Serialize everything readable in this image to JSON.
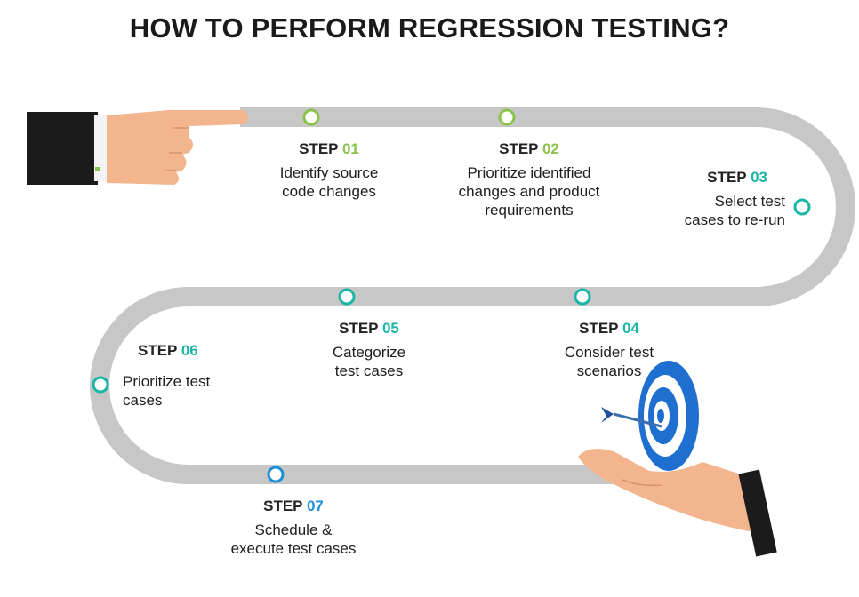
{
  "title": "HOW TO PERFORM REGRESSION TESTING?",
  "colors": {
    "track": "#c7c7c7",
    "green": "#8bc34a",
    "teal": "#1bb5a6",
    "blue": "#1d8fd6",
    "skin": "#f2b58e",
    "sleeve": "#1b1b1b",
    "target_blue": "#1f6fd1"
  },
  "steps": [
    {
      "word": "STEP",
      "num": "01",
      "desc": "Identify source\ncode changes",
      "color": "green"
    },
    {
      "word": "STEP",
      "num": "02",
      "desc": "Prioritize identified\nchanges and product\nrequirements",
      "color": "green"
    },
    {
      "word": "STEP",
      "num": "03",
      "desc": "Select test\ncases to re-run",
      "color": "teal"
    },
    {
      "word": "STEP",
      "num": "04",
      "desc": "Consider test\nscenarios",
      "color": "teal"
    },
    {
      "word": "STEP",
      "num": "05",
      "desc": "Categorize\ntest cases",
      "color": "teal"
    },
    {
      "word": "STEP",
      "num": "06",
      "desc": "Prioritize test\ncases",
      "color": "teal"
    },
    {
      "word": "STEP",
      "num": "07",
      "desc": "Schedule &\nexecute test cases",
      "color": "blue"
    }
  ],
  "icons": {
    "start": "pointing-hand-icon",
    "end": "hand-holding-target-icon"
  }
}
